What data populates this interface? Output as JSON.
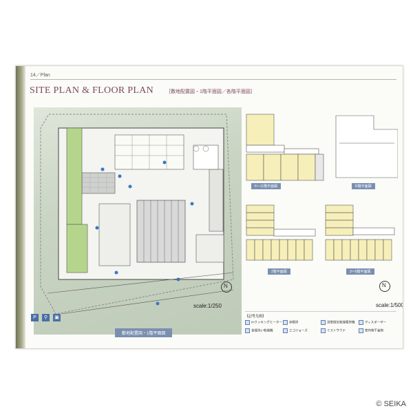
{
  "page": {
    "number": "14／Plan",
    "title": "SITE PLAN & FLOOR PLAN",
    "subtitle": "［敷地配置図・1階平面図／各階平面図］"
  },
  "site_plan": {
    "scale": "scale:1/250",
    "caption": "敷地配置図・1階平面図"
  },
  "floor_plans": {
    "scale": "scale:1/500",
    "captions": [
      "6〜11階平面図",
      "R階平面図",
      "2階平面図",
      "3〜5階平面図"
    ]
  },
  "legend": {
    "title": "【記号凡例】",
    "items": [
      "IHクッキングヒーター",
      "床暖房",
      "浴室換気乾燥暖房機",
      "ディスポーザー",
      "食器洗い乾燥機",
      "エコジョーズ",
      "ミストサウナ",
      "室内物干金物"
    ]
  },
  "icons": [
    {
      "icon": "parking-icon",
      "glyph": "P"
    },
    {
      "icon": "bicycle-icon",
      "glyph": "⚲"
    },
    {
      "icon": "trash-icon",
      "glyph": "▣"
    }
  ],
  "copyright": "© SEIKA"
}
